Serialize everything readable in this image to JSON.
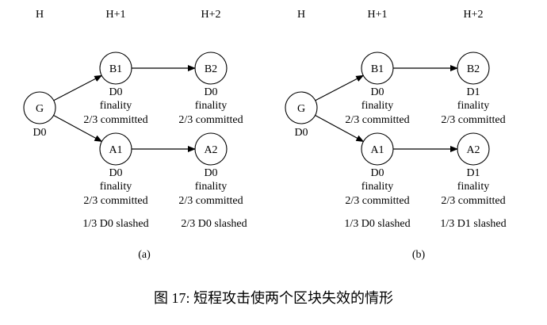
{
  "diagrams": [
    {
      "id": "a",
      "label": "(a)",
      "height_labels": [
        "H",
        "H+1",
        "H+2"
      ],
      "nodes": {
        "G": {
          "name": "G",
          "lines": [
            "D0"
          ]
        },
        "B1": {
          "name": "B1",
          "lines": [
            "D0",
            "finality",
            "2/3 committed"
          ]
        },
        "B2": {
          "name": "B2",
          "lines": [
            "D0",
            "finality",
            "2/3 committed"
          ]
        },
        "A1": {
          "name": "A1",
          "lines": [
            "D0",
            "finality",
            "2/3 committed"
          ]
        },
        "A2": {
          "name": "A2",
          "lines": [
            "D0",
            "finality",
            "2/3 committed"
          ]
        }
      },
      "edges": [
        [
          "G",
          "B1"
        ],
        [
          "G",
          "A1"
        ],
        [
          "B1",
          "B2"
        ],
        [
          "A1",
          "A2"
        ]
      ],
      "slashed": [
        "1/3 D0 slashed",
        "2/3 D0 slashed"
      ]
    },
    {
      "id": "b",
      "label": "(b)",
      "height_labels": [
        "H",
        "H+1",
        "H+2"
      ],
      "nodes": {
        "G": {
          "name": "G",
          "lines": [
            "D0"
          ]
        },
        "B1": {
          "name": "B1",
          "lines": [
            "D0",
            "finality",
            "2/3 committed"
          ]
        },
        "B2": {
          "name": "B2",
          "lines": [
            "D1",
            "finality",
            "2/3 committed"
          ]
        },
        "A1": {
          "name": "A1",
          "lines": [
            "D0",
            "finality",
            "2/3 committed"
          ]
        },
        "A2": {
          "name": "A2",
          "lines": [
            "D1",
            "finality",
            "2/3 committed"
          ]
        }
      },
      "edges": [
        [
          "G",
          "B1"
        ],
        [
          "G",
          "A1"
        ],
        [
          "B1",
          "B2"
        ],
        [
          "A1",
          "A2"
        ]
      ],
      "slashed": [
        "1/3 D0 slashed",
        "1/3 D1 slashed"
      ]
    }
  ],
  "caption": "图 17: 短程攻击使两个区块失效的情形"
}
